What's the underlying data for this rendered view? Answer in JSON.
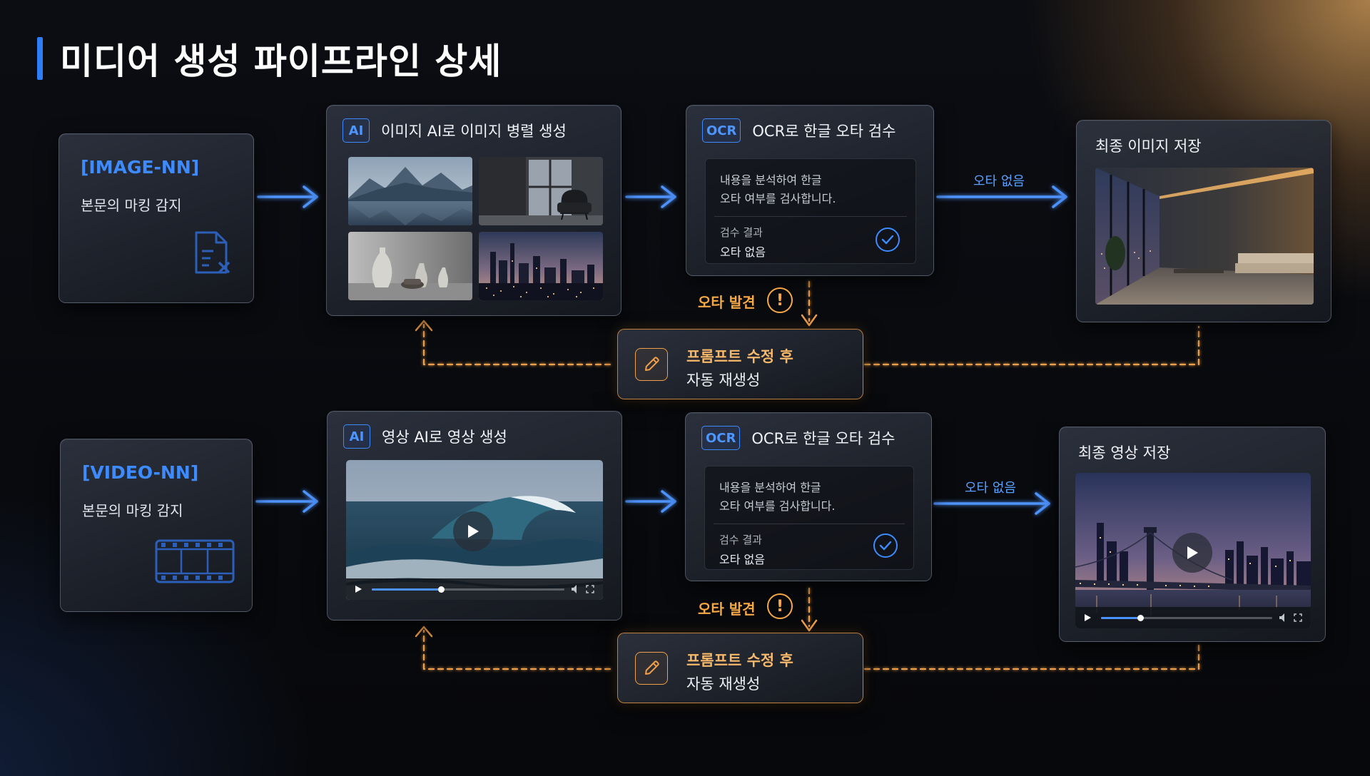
{
  "title": "미디어 생성 파이프라인 상세",
  "colors": {
    "accent_blue": "#3d8bff",
    "warning_orange": "#f6a946",
    "background": "#07080b"
  },
  "rows": [
    {
      "source": {
        "tag": "[IMAGE-NN]",
        "description": "본문의 마킹 감지",
        "icon": "document-x-icon"
      },
      "generate": {
        "badge": "AI",
        "label": "이미지 AI로 이미지 병렬 생성"
      },
      "ocr": {
        "badge": "OCR",
        "label": "OCR로 한글 오타 검수",
        "line1": "내용을 분석하여 한글",
        "line2": "오타 여부를 검사합니다.",
        "result_label": "검수 결과",
        "result_value": "오타 없음"
      },
      "ok_label": "오타 없음",
      "error_label": "오타 발견",
      "error_icon": "!",
      "fix": {
        "line1": "프롬프트 수정 후",
        "line2": "자동 재생성"
      },
      "final": {
        "label": "최종 이미지 저장"
      }
    },
    {
      "source": {
        "tag": "[VIDEO-NN]",
        "description": "본문의 마킹 감지",
        "icon": "film-strip-icon"
      },
      "generate": {
        "badge": "AI",
        "label": "영상 AI로 영상 생성",
        "progress": 0.36
      },
      "ocr": {
        "badge": "OCR",
        "label": "OCR로 한글 오타 검수",
        "line1": "내용을 분석하여 한글",
        "line2": "오타 여부를 검사합니다.",
        "result_label": "검수 결과",
        "result_value": "오타 없음"
      },
      "ok_label": "오타 없음",
      "error_label": "오타 발견",
      "error_icon": "!",
      "fix": {
        "line1": "프롬프트 수정 후",
        "line2": "자동 재생성"
      },
      "final": {
        "label": "최종 영상 저장",
        "progress": 0.23
      }
    }
  ]
}
